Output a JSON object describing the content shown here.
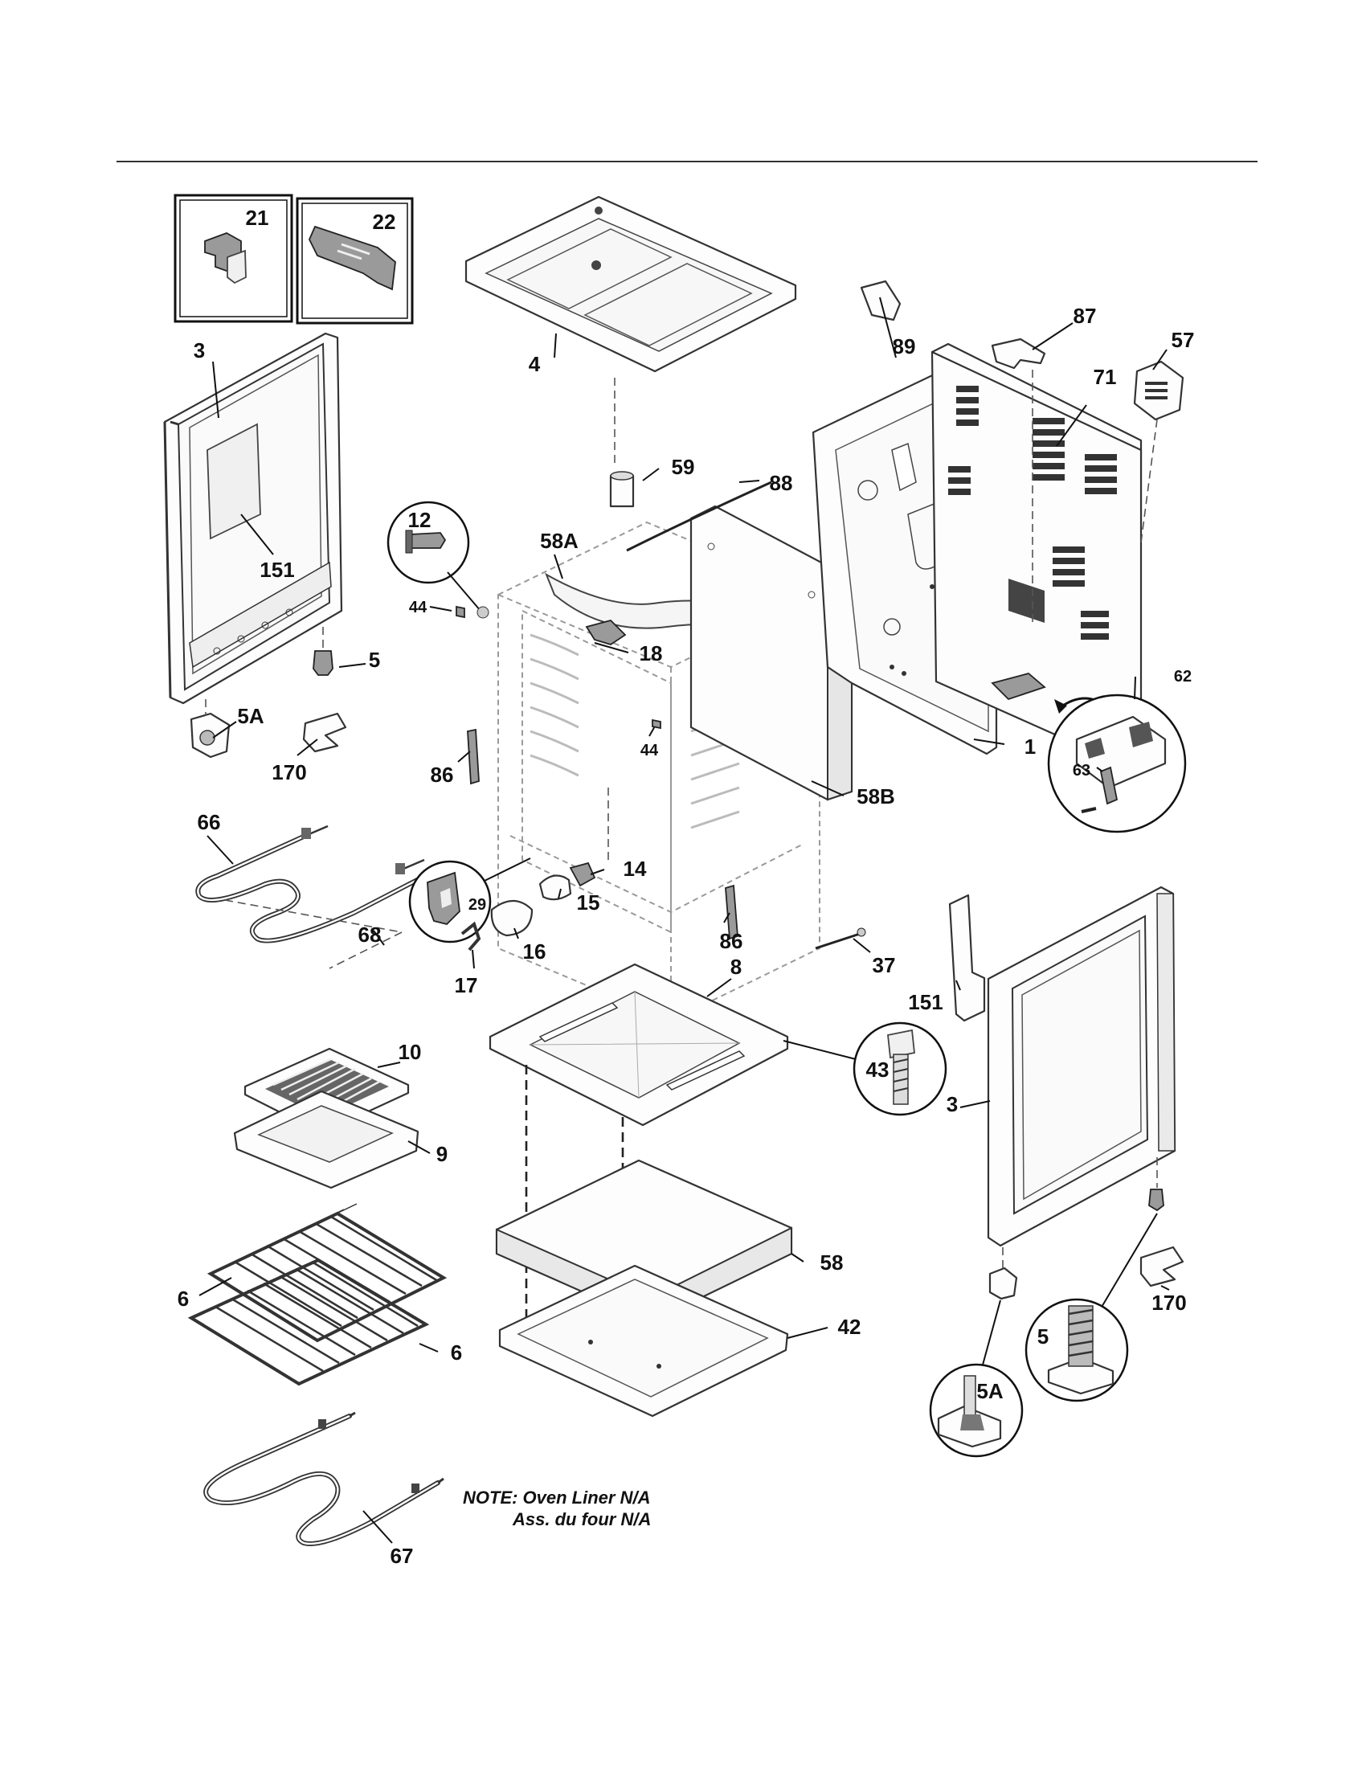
{
  "labels": {
    "p1": "1",
    "p3a": "3",
    "p3b": "3",
    "p4": "4",
    "p5a": "5",
    "p5b": "5",
    "p5Aa": "5A",
    "p5Ab": "5A",
    "p6a": "6",
    "p6b": "6",
    "p8": "8",
    "p9": "9",
    "p10": "10",
    "p12": "12",
    "p14": "14",
    "p15": "15",
    "p16": "16",
    "p17": "17",
    "p18": "18",
    "p21": "21",
    "p22": "22",
    "p29": "29",
    "p37": "37",
    "p42": "42",
    "p43": "43",
    "p44a": "44",
    "p44b": "44",
    "p57": "57",
    "p58": "58",
    "p58A": "58A",
    "p58B": "58B",
    "p59": "59",
    "p62": "62",
    "p63": "63",
    "p66": "66",
    "p67": "67",
    "p68": "68",
    "p71": "71",
    "p86a": "86",
    "p86b": "86",
    "p87": "87",
    "p88": "88",
    "p89": "89",
    "p151a": "151",
    "p151b": "151",
    "p170a": "170",
    "p170b": "170"
  },
  "note": {
    "line1": "NOTE: Oven Liner N/A",
    "line2": "Ass. du four N/A"
  }
}
